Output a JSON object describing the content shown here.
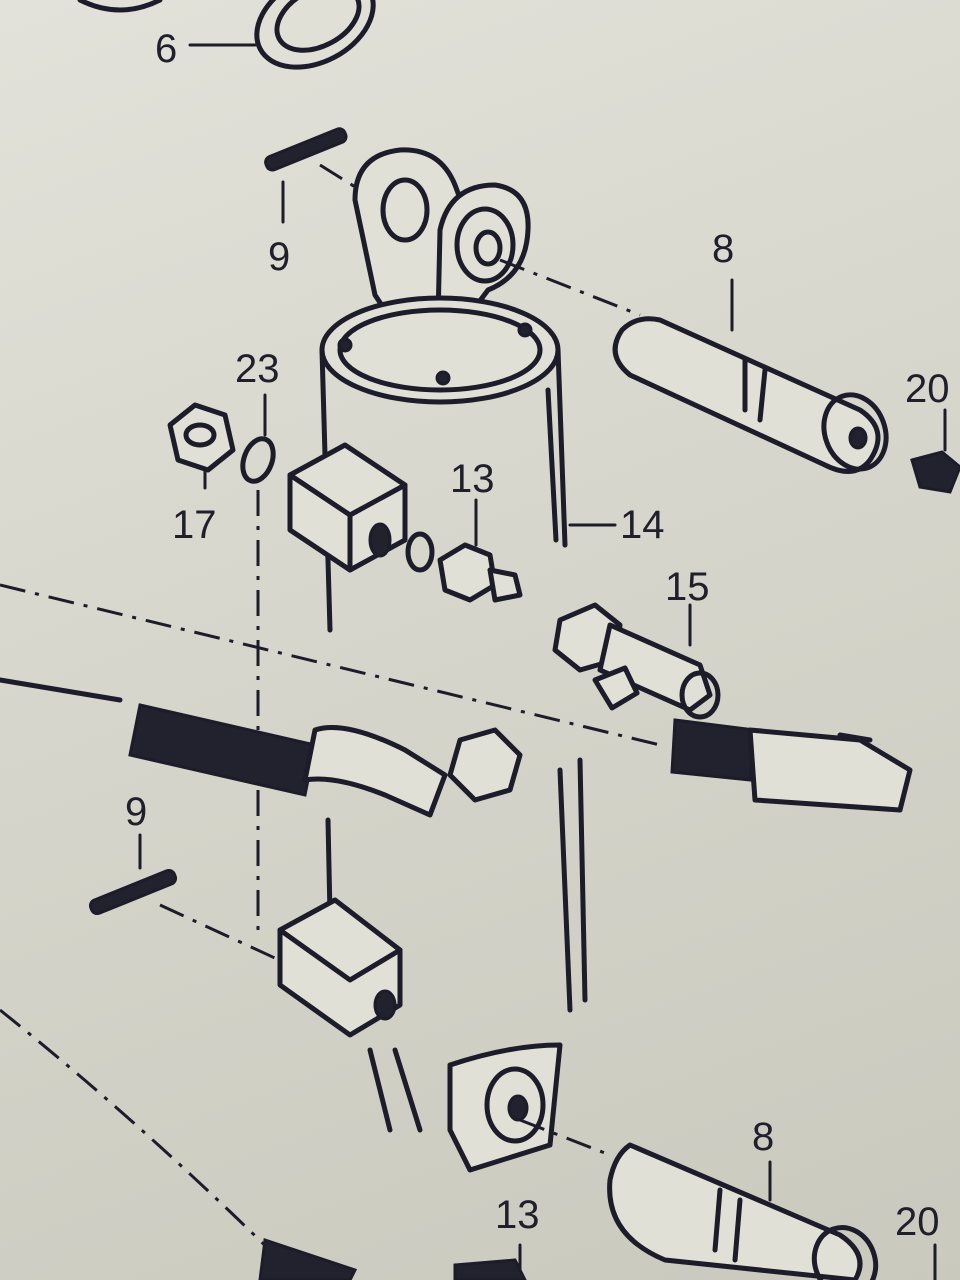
{
  "callouts": {
    "part_6": "6",
    "part_9_top": "9",
    "part_8_top": "8",
    "part_20_top": "20",
    "part_23": "23",
    "part_17": "17",
    "part_13_top": "13",
    "part_14": "14",
    "part_15": "15",
    "part_9_bottom": "9",
    "part_8_bottom": "8",
    "part_13_bottom": "13",
    "part_20_bottom": "20"
  }
}
